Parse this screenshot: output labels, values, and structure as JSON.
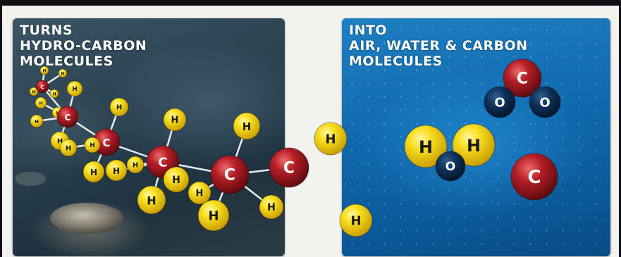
{
  "left_panel": {
    "caption_lines": [
      "TURNS",
      "HYDRO-CARBON",
      "MOLECULES"
    ]
  },
  "right_panel": {
    "caption_lines": [
      "INTO",
      "AIR, WATER & CARBON",
      "MOLECULES"
    ]
  },
  "atom_symbols": {
    "hydrogen": "H",
    "carbon": "C",
    "oxygen": "O"
  },
  "colors": {
    "hydrogen": "#f7d417",
    "carbon": "#b01d24",
    "oxygen": "#0d2d52",
    "bond": "#e9eef2"
  }
}
